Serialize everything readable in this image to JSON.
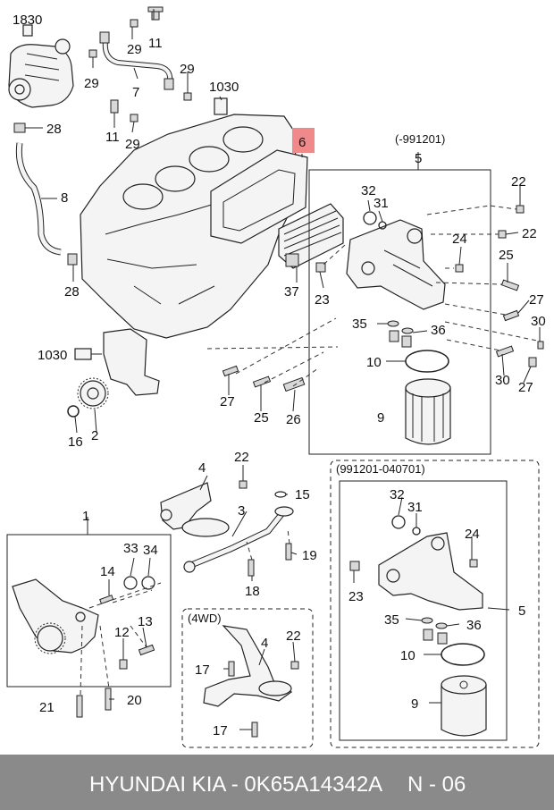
{
  "labels": {
    "l1830": "1830",
    "l11a": "11",
    "l29a": "29",
    "l29b": "29",
    "l7": "7",
    "l29c": "29",
    "l1030a": "1030",
    "l28a": "28",
    "l11b": "11",
    "l29d": "29",
    "l6": "6",
    "l8": "8",
    "l28b": "28",
    "l37": "37",
    "date1": "(-991201)",
    "l5a": "5",
    "l32a": "32",
    "l31a": "31",
    "l22a": "22",
    "l22b": "22",
    "l24a": "24",
    "l25a": "25",
    "l23a": "23",
    "l27a": "27",
    "l30a": "30",
    "l35a": "35",
    "l36a": "36",
    "l10a": "10",
    "l30b": "30",
    "l27b": "27",
    "l9a": "9",
    "l1030b": "1030",
    "l27c": "27",
    "l25b": "25",
    "l26": "26",
    "l16": "16",
    "l2": "2",
    "l4a": "4",
    "l22c": "22",
    "l3": "3",
    "l15": "15",
    "l1": "1",
    "l33": "33",
    "l34": "34",
    "l14": "14",
    "l19": "19",
    "l18": "18",
    "l12": "12",
    "l13": "13",
    "l21": "21",
    "l20": "20",
    "wd": "(4WD)",
    "l4b": "4",
    "l22d": "22",
    "l17a": "17",
    "l17b": "17",
    "date2": "(991201-040701)",
    "l32b": "32",
    "l31b": "31",
    "l24b": "24",
    "l23b": "23",
    "l5b": "5",
    "l35b": "35",
    "l36b": "36",
    "l10b": "10",
    "l9b": "9"
  },
  "footer": {
    "part_number": "HYUNDAI  KIA - 0K65A14342A",
    "page_code": "N - 06"
  },
  "colors": {
    "highlight": "#f08a8a",
    "footer_bg": "#8a8a8a"
  }
}
